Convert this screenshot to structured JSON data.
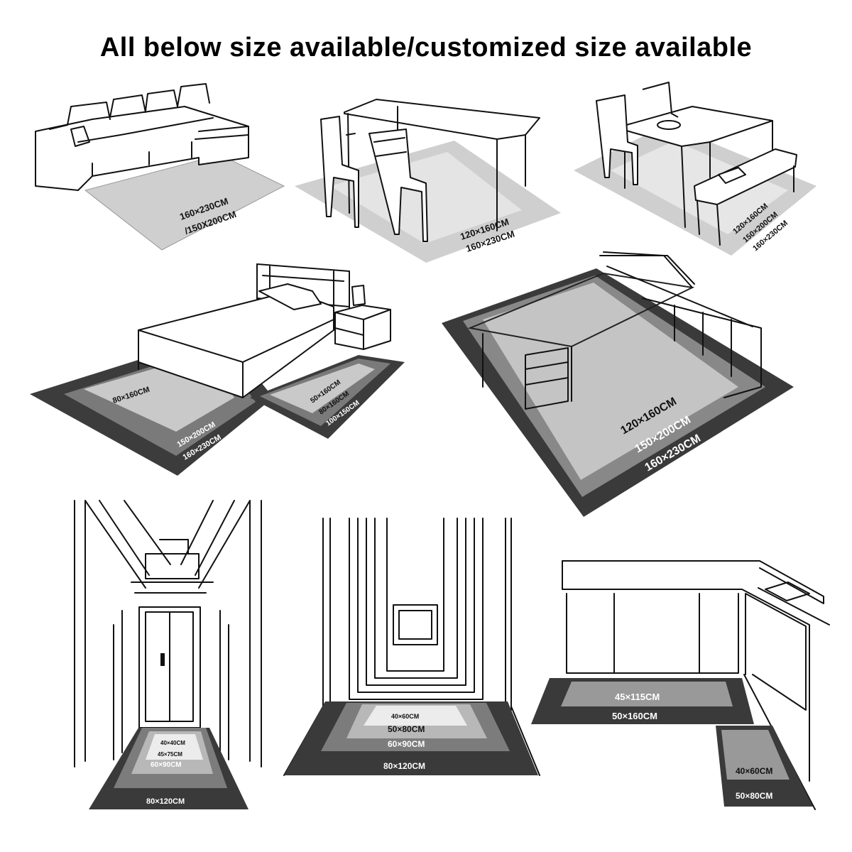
{
  "headline": "All below size available/customized size available",
  "colors": {
    "rug_light": "#d2d2d2",
    "rug_mid": "#9a9a9a",
    "rug_dark": "#5c5c5c",
    "rug_darkest": "#3a3a3a",
    "rug_pale": "#ececec"
  },
  "scenes": {
    "living_room": {
      "sizes": [
        "160×230CM",
        "/150X200CM"
      ]
    },
    "dining_room": {
      "sizes": [
        "120×160CM",
        "160×230CM"
      ]
    },
    "dining_bench": {
      "sizes": [
        "120×160CM",
        "150×200CM",
        "160×230CM"
      ]
    },
    "bedroom": {
      "main_sizes": [
        "80×160CM",
        "150×200CM",
        "160×230CM"
      ],
      "side_sizes": [
        "50×160CM",
        "80×160CM",
        "100×150CM"
      ]
    },
    "office": {
      "sizes": [
        "120×160CM",
        "150×200CM",
        "160×230CM"
      ]
    },
    "hallway": {
      "sizes": [
        "40×40CM",
        "45×75CM",
        "60×90CM",
        "80×120CM"
      ]
    },
    "entrance": {
      "sizes": [
        "40×60CM",
        "50×80CM",
        "60×90CM",
        "80×120CM"
      ]
    },
    "kitchen": {
      "runner_sizes": [
        "45×115CM",
        "50×160CM"
      ],
      "mat_sizes": [
        "40×60CM",
        "50×80CM"
      ]
    }
  }
}
